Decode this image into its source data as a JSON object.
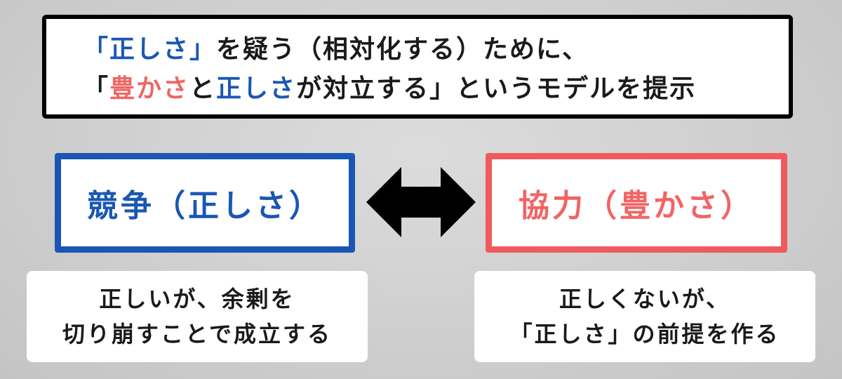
{
  "header": {
    "line1": {
      "q_open": "「",
      "tadashisa": "正しさ",
      "q_close": "」",
      "rest": "を疑う（相対化する）ために、"
    },
    "line2": {
      "q_open": "「",
      "yutakasa": "豊かさ",
      "to": "と",
      "tadashisa": "正しさ",
      "rest": "が対立する」というモデルを提示"
    }
  },
  "left_concept": {
    "label": "競争（正しさ）",
    "color": "#1a57b4"
  },
  "right_concept": {
    "label": "協力（豊かさ）",
    "color": "#f26464"
  },
  "arrow_icon": "double-headed-arrow-icon",
  "left_note": {
    "line1": "正しいが、余剰を",
    "line2": "切り崩すことで成立する"
  },
  "right_note": {
    "line1": "正しくないが、",
    "line2": "「正しさ」の前提を作る"
  }
}
